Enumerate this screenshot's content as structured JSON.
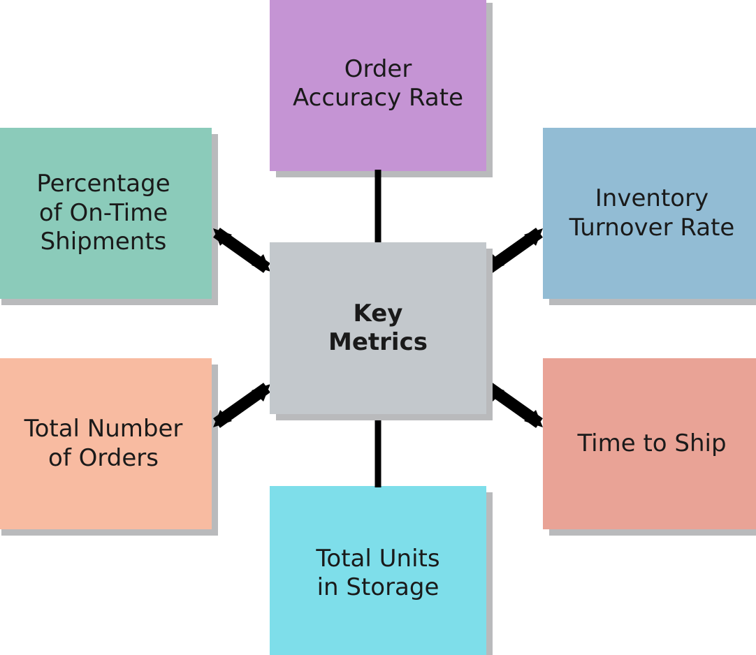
{
  "diagram": {
    "title": "Key Metrics",
    "type": "hub-and-spoke",
    "background_color": "#ffffff",
    "shadow_color": "#b9babc",
    "connector_color": "#000000",
    "text_color": "#1a1a1a",
    "center": {
      "id": "key-metrics",
      "label": "Key\nMetrics",
      "color": "#c3c8cc",
      "bold": true
    },
    "nodes": [
      {
        "id": "order-accuracy",
        "label": "Order\nAccuracy Rate",
        "color": "#c594d4",
        "position": "top"
      },
      {
        "id": "on-time",
        "label": "Percentage\nof On-Time\nShipments",
        "color": "#8bcbba",
        "position": "top-left"
      },
      {
        "id": "inventory",
        "label": "Inventory\nTurnover Rate",
        "color": "#92bcd4",
        "position": "top-right"
      },
      {
        "id": "total-orders",
        "label": "Total Number\nof Orders",
        "color": "#f8bba1",
        "position": "bottom-left"
      },
      {
        "id": "time-to-ship",
        "label": "Time to Ship",
        "color": "#e9a396",
        "position": "bottom-right"
      },
      {
        "id": "units-storage",
        "label": "Total Units\nin Storage",
        "color": "#7edeea",
        "position": "bottom"
      }
    ],
    "connectors": [
      {
        "id": "center-to-order-accuracy",
        "from": "key-metrics",
        "to": "order-accuracy",
        "style": "line"
      },
      {
        "id": "center-to-units-storage",
        "from": "key-metrics",
        "to": "units-storage",
        "style": "line"
      },
      {
        "id": "center-to-on-time",
        "from": "key-metrics",
        "to": "on-time",
        "style": "double-arrow"
      },
      {
        "id": "center-to-inventory",
        "from": "key-metrics",
        "to": "inventory",
        "style": "double-arrow"
      },
      {
        "id": "center-to-total-orders",
        "from": "key-metrics",
        "to": "total-orders",
        "style": "double-arrow"
      },
      {
        "id": "center-to-time-to-ship",
        "from": "key-metrics",
        "to": "time-to-ship",
        "style": "double-arrow"
      }
    ]
  }
}
